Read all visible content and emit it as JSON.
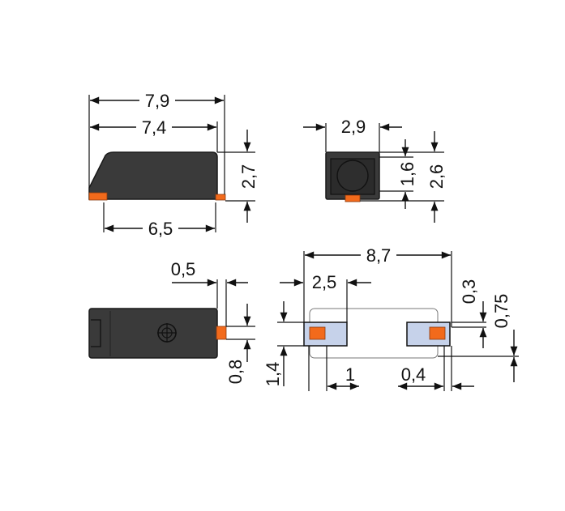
{
  "dimensions": {
    "side_overall_length": "7,9",
    "side_body_length": "7,4",
    "side_bottom_length": "6,5",
    "side_height": "2,7",
    "front_width": "2,9",
    "front_inner_height": "1,6",
    "front_height": "2,6",
    "bottom_protrusion": "0,5",
    "bottom_pin_height": "0,8",
    "footprint_overall": "8,7",
    "footprint_pad_width": "2,5",
    "footprint_pad_height": "1,4",
    "footprint_gap": "1",
    "footprint_pad_spacing": "0,4",
    "footprint_offset_small": "0,3",
    "footprint_offset_large": "0,75"
  }
}
